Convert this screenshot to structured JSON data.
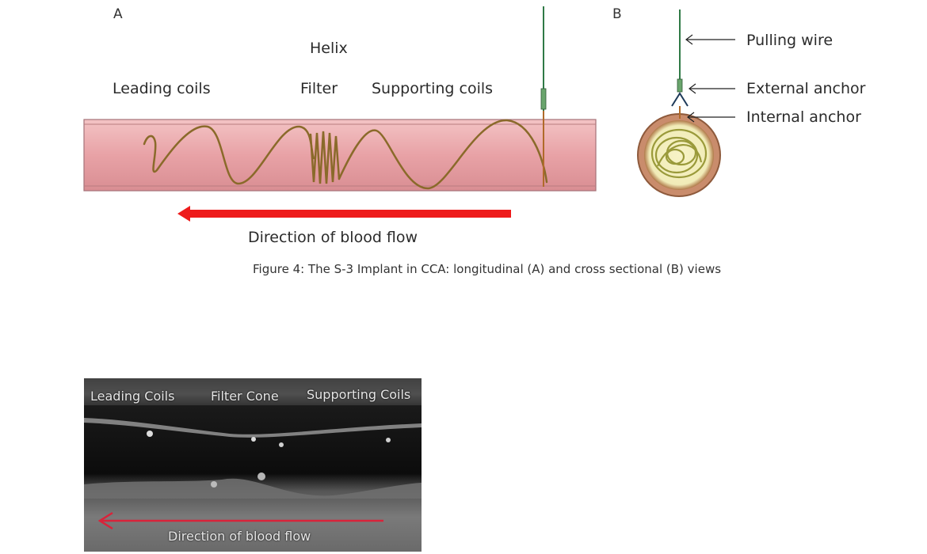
{
  "panel_a": {
    "letter": "A",
    "labels": {
      "helix": "Helix",
      "leading_coils": "Leading coils",
      "filter": "Filter",
      "supporting_coils": "Supporting coils"
    },
    "flow_label": "Direction of blood flow"
  },
  "panel_b": {
    "letter": "B",
    "labels": {
      "pulling_wire": "Pulling wire",
      "external_anchor": "External anchor",
      "internal_anchor": "Internal anchor"
    }
  },
  "caption": "Figure 4: The S-3 Implant in CCA: longitudinal (A) and cross sectional (B) views",
  "ultrasound": {
    "labels": {
      "leading": "Leading Coils",
      "filter_cone": "Filter Cone",
      "supporting": "Supporting Coils"
    },
    "flow_label": "Direction of blood flow"
  },
  "colors": {
    "vessel_fill": "#e9a6a9",
    "vessel_edge": "#b97c80",
    "coil": "#8a6a2a",
    "flow_arrow": "#ee1b1b",
    "wire": "#2f7a46",
    "us_arrow": "#d9233a"
  }
}
